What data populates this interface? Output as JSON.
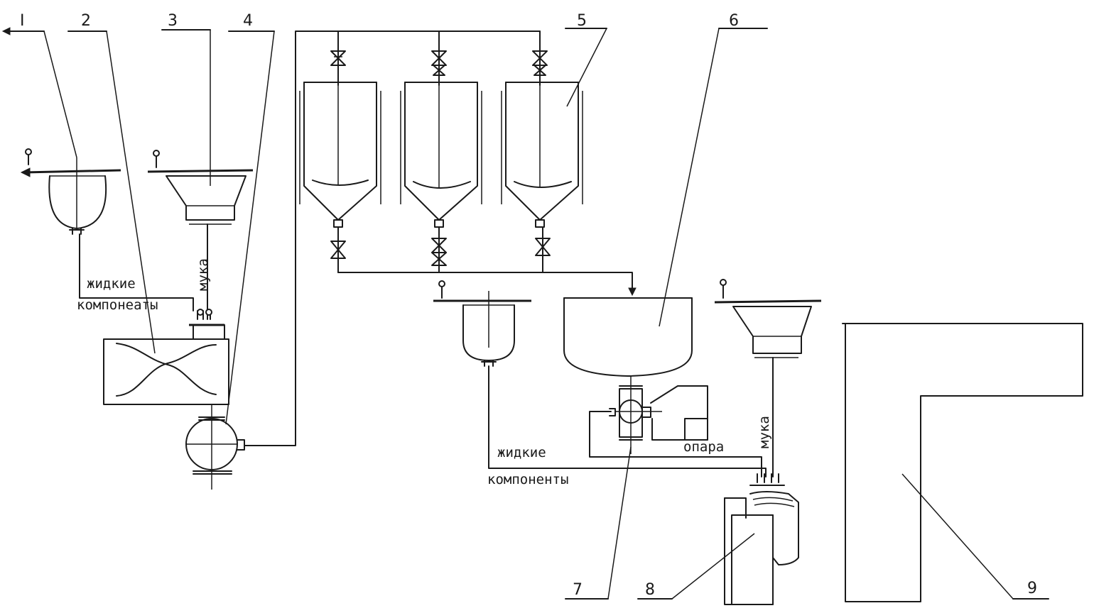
{
  "callouts": {
    "n1": "I",
    "n2": "2",
    "n3": "3",
    "n4": "4",
    "n5": "5",
    "n6": "6",
    "n7": "7",
    "n8": "8",
    "n9": "9"
  },
  "flow_labels": {
    "liquid_word1_left": "жидкие",
    "liquid_word2_left": "компонеаты",
    "flour_left": "мука",
    "liquid_word1_right": "жидкие",
    "liquid_word2_right": "компоненты",
    "sponge": "опара",
    "flour_right": "мука"
  }
}
